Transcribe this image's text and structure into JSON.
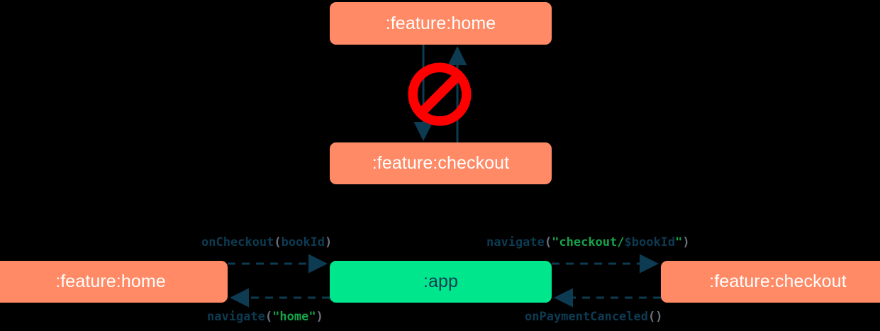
{
  "diagram": {
    "title": "module navigation diagram",
    "background": "#000000",
    "colors": {
      "node_salmon": "#FF8A65",
      "node_green": "#00E68C",
      "arrow_navy": "#0D3B52",
      "forbidden_red": "#FF0000",
      "string_green": "#16A34A",
      "punct_gray": "#6B7280",
      "node_text_light": "#FFFFFF",
      "node_text_dark": "#0D3B52"
    },
    "top_cluster": {
      "nodes": [
        {
          "id": "home-top",
          "label": ":feature:home",
          "style": "salmon"
        },
        {
          "id": "checkout-top",
          "label": ":feature:checkout",
          "style": "salmon"
        }
      ],
      "edges": [
        {
          "id": "home-to-checkout",
          "direction": "down",
          "style": "solid",
          "label": ""
        },
        {
          "id": "checkout-to-home",
          "direction": "up",
          "style": "solid",
          "label": ""
        }
      ],
      "overlay_icon": "forbidden-icon"
    },
    "bottom_cluster": {
      "nodes": [
        {
          "id": "home-bottom",
          "label": ":feature:home",
          "style": "salmon"
        },
        {
          "id": "app",
          "label": ":app",
          "style": "green"
        },
        {
          "id": "checkout-bottom",
          "label": ":feature:checkout",
          "style": "salmon"
        }
      ],
      "edges": [
        {
          "id": "home-to-app",
          "direction": "right",
          "style": "dashed",
          "label_text": "onCheckout(bookId)",
          "tokens": [
            {
              "text": "onCheckout",
              "type": "fn"
            },
            {
              "text": "(",
              "type": "punct"
            },
            {
              "text": "bookId",
              "type": "var"
            },
            {
              "text": ")",
              "type": "punct"
            }
          ]
        },
        {
          "id": "app-to-checkout",
          "direction": "right",
          "style": "dashed",
          "label_text": "navigate(\"checkout/$bookId\")",
          "tokens": [
            {
              "text": "navigate",
              "type": "fn"
            },
            {
              "text": "(",
              "type": "punct"
            },
            {
              "text": "\"checkout/",
              "type": "str"
            },
            {
              "text": "$bookId",
              "type": "var"
            },
            {
              "text": "\"",
              "type": "str"
            },
            {
              "text": ")",
              "type": "punct"
            }
          ]
        },
        {
          "id": "app-to-home",
          "direction": "left",
          "style": "dashed",
          "label_text": "navigate(\"home\")",
          "tokens": [
            {
              "text": "navigate",
              "type": "fn"
            },
            {
              "text": "(",
              "type": "punct"
            },
            {
              "text": "\"home\"",
              "type": "str"
            },
            {
              "text": ")",
              "type": "punct"
            }
          ]
        },
        {
          "id": "checkout-to-app",
          "direction": "left",
          "style": "dashed",
          "label_text": "onPaymentCanceled()",
          "tokens": [
            {
              "text": "onPaymentCanceled",
              "type": "fn"
            },
            {
              "text": "()",
              "type": "punct"
            }
          ]
        }
      ]
    }
  }
}
